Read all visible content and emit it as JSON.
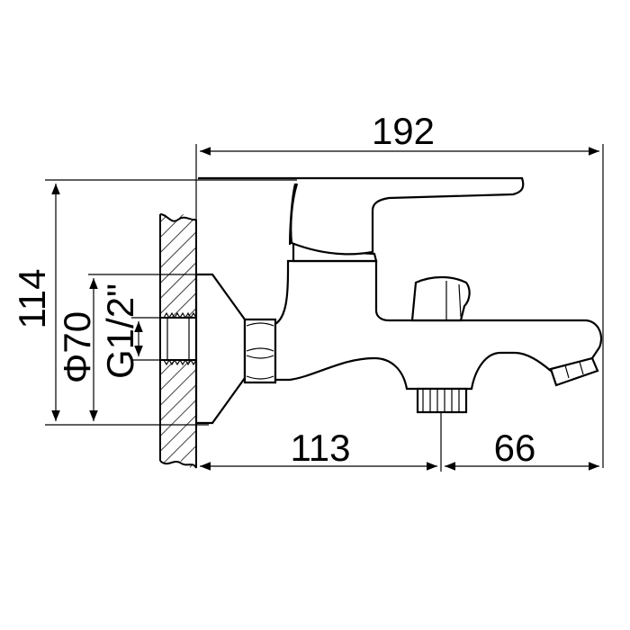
{
  "dimensions": {
    "total_length": "192",
    "height": "114",
    "flange_diameter": "Φ70",
    "thread": "G1/2\"",
    "wall_to_spout_connector": "113",
    "connector_to_end": "66"
  }
}
